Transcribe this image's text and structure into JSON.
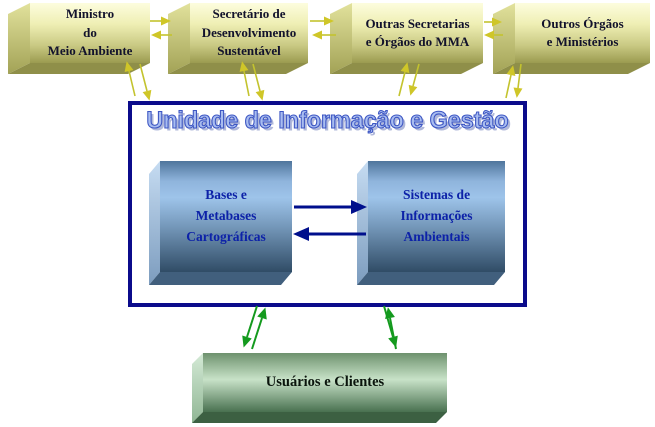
{
  "boxes": {
    "ministro": {
      "lines": [
        "Ministro",
        "do",
        "Meio Ambiente"
      ]
    },
    "secretario": {
      "lines": [
        "Secretário de",
        "Desenvolvimento",
        "Sustentável"
      ]
    },
    "outras": {
      "lines": [
        "Outras Secretarias",
        "e Órgãos do MMA"
      ]
    },
    "outros": {
      "lines": [
        "Outros Órgãos",
        "e Ministérios"
      ]
    }
  },
  "central": {
    "title": "Unidade de Informação e Gestão",
    "bases": {
      "lines": [
        "Bases e",
        "Metabases",
        "Cartográficas"
      ]
    },
    "sistemas": {
      "lines": [
        "Sistemas de",
        "Informações",
        "Ambientais"
      ]
    }
  },
  "bottom": {
    "label": "Usuários e Clientes"
  },
  "colors": {
    "central_border": "#0B0B8B",
    "title_fill": "#A9BDF0",
    "title_outline": "#3D56C3",
    "yellow_box_top": "#FDFDDE",
    "yellow_box_bottom": "#9B9B50",
    "blue_box_light": "#9EC4EA",
    "blue_box_dark": "#304C66",
    "green_box_light": "#C8E2C8",
    "green_box_dark": "#497150",
    "yellow_arrow": "#CFC628",
    "green_arrow": "#149A1E",
    "navy_arrow": "#000F8C"
  }
}
